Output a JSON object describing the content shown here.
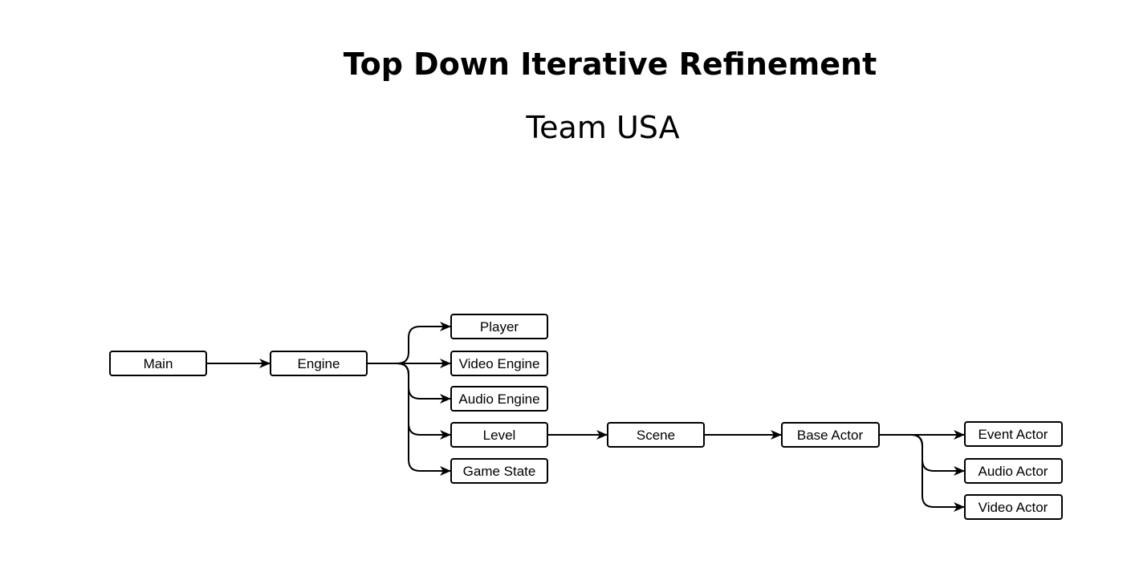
{
  "title": "Top Down Iterative Refinement",
  "subtitle": "Team USA",
  "nodes": {
    "main": "Main",
    "engine": "Engine",
    "player": "Player",
    "video_engine": "Video Engine",
    "audio_engine": "Audio Engine",
    "level": "Level",
    "game_state": "Game State",
    "scene": "Scene",
    "base_actor": "Base Actor",
    "event_actor": "Event Actor",
    "audio_actor": "Audio Actor",
    "video_actor": "Video Actor"
  },
  "edges": [
    {
      "from": "main",
      "to": "engine"
    },
    {
      "from": "engine",
      "to": "player"
    },
    {
      "from": "engine",
      "to": "video_engine"
    },
    {
      "from": "engine",
      "to": "audio_engine"
    },
    {
      "from": "engine",
      "to": "level"
    },
    {
      "from": "engine",
      "to": "game_state"
    },
    {
      "from": "level",
      "to": "scene"
    },
    {
      "from": "scene",
      "to": "base_actor"
    },
    {
      "from": "base_actor",
      "to": "event_actor"
    },
    {
      "from": "base_actor",
      "to": "audio_actor"
    },
    {
      "from": "base_actor",
      "to": "video_actor"
    }
  ],
  "colors": {
    "stroke": "#000000",
    "fill": "#ffffff",
    "text": "#000000"
  }
}
